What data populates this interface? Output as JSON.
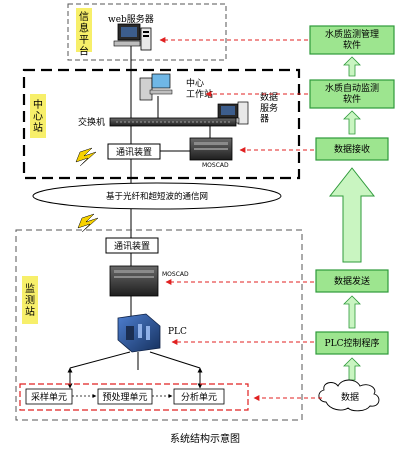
{
  "platform": {
    "label": "信息平台",
    "web_server": "web服务器"
  },
  "center": {
    "label": "中心站",
    "workstation": "中心\n工作站",
    "data_server": "数据\n服务\n器",
    "switch": "交换机",
    "comm_device": "通讯装置",
    "moscad": "MOSCAD"
  },
  "network": {
    "label": "基于光纤和超短波的通信网"
  },
  "monitor": {
    "label": "监测站",
    "comm_device": "通讯装置",
    "moscad": "MOSCAD",
    "plc": "PLC",
    "units": [
      "采样单元",
      "预处理单元",
      "分析单元"
    ]
  },
  "right_column": {
    "management": "水质监测管理\n软件",
    "auto_monitor": "水质自动监测\n软件",
    "data_receive": "数据接收",
    "data_send": "数据发送",
    "plc_program": "PLC控制程序",
    "data": "数据"
  },
  "caption": "系统结构示意图",
  "colors": {
    "green_fill": "#9de58f",
    "green_border": "#2e9a3a",
    "arrow_fill": "#c9f5c1",
    "red_dashed": "#e02020",
    "station_label_bg": "#f7ef6a"
  }
}
